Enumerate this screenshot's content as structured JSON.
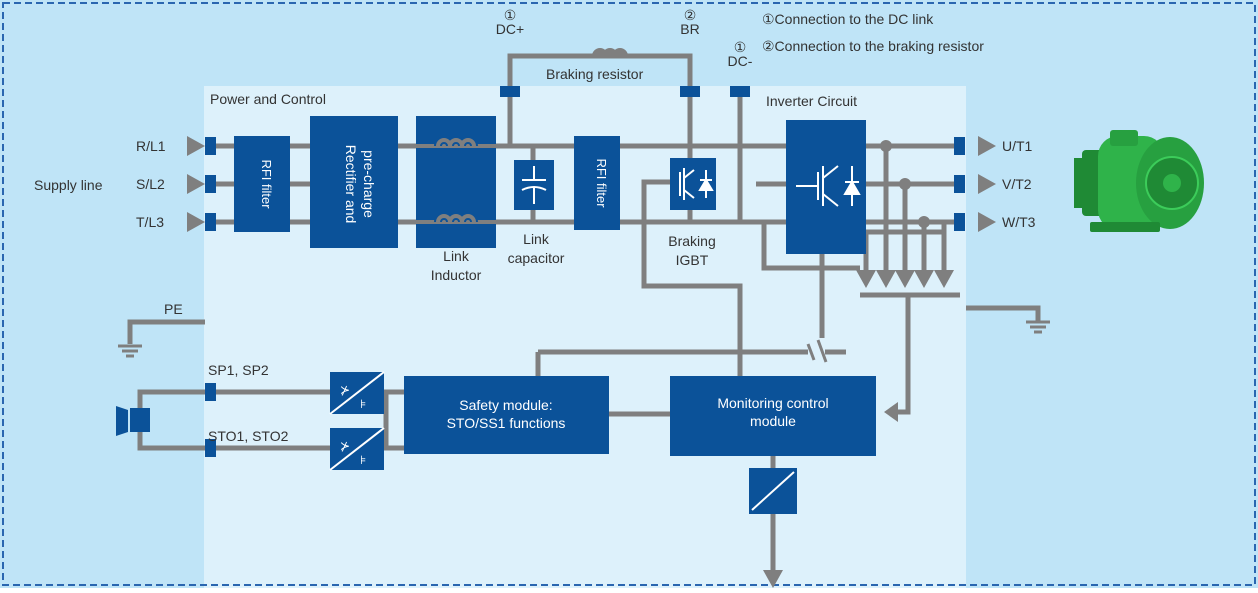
{
  "colors": {
    "outer_bg": "#bfe4f7",
    "inner_bg": "#ddf1fb",
    "frame": "#2a66b0",
    "block": "#0b5299",
    "wire": "#7f7f7f",
    "motor": "#2fb34a"
  },
  "legend": {
    "dc_link": "①Connection to the DC link",
    "braking_resistor": "②Connection to the braking resistor"
  },
  "terminals": {
    "dc_plus_num": "①",
    "dc_plus": "DC+",
    "br_num": "②",
    "br": "BR",
    "dc_minus_num": "①",
    "dc_minus": "DC-"
  },
  "labels": {
    "braking_resistor": "Braking resistor",
    "power_control": "Power and Control",
    "inverter_circuit": "Inverter Circuit",
    "supply_line": "Supply line",
    "r_l1": "R/L1",
    "s_l2": "S/L2",
    "t_l3": "T/L3",
    "u_t1": "U/T1",
    "v_t2": "V/T2",
    "w_t3": "W/T3",
    "link_inductor_1": "Link",
    "link_inductor_2": "Inductor",
    "link_capacitor_1": "Link",
    "link_capacitor_2": "capacitor",
    "braking_igbt_1": "Braking",
    "braking_igbt_2": "IGBT",
    "pe": "PE",
    "sp": "SP1, SP2",
    "sto": "STO1, STO2"
  },
  "blocks": {
    "rfi_filter_in": "RFI filter",
    "rectifier_1": "Rectifier and",
    "rectifier_2": "pre-charge",
    "rfi_filter_out": "RFI filter",
    "safety_1": "Safety module:",
    "safety_2": "STO/SS1 functions",
    "monitoring_1": "Monitoring control",
    "monitoring_2": "module"
  },
  "icons": [
    "ground-icon",
    "capacitor-icon",
    "inductor-icon",
    "igbt-icon",
    "optocoupler-icon",
    "isolation-icon",
    "switch-icon",
    "key-switch-icon",
    "motor-icon"
  ]
}
